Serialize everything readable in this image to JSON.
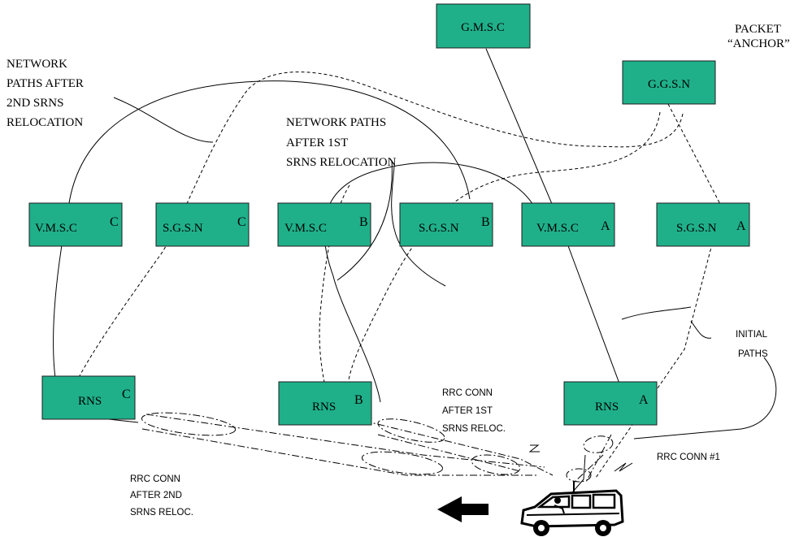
{
  "nodes": {
    "gmsc": {
      "label": "G.M.S.C"
    },
    "ggsn": {
      "label": "G.G.S.N"
    },
    "vmsc_c": {
      "label": "V.M.S.C",
      "sub": "C"
    },
    "sgsn_c": {
      "label": "S.G.S.N",
      "sub": "C"
    },
    "vmsc_b": {
      "label": "V.M.S.C",
      "sub": "B"
    },
    "sgsn_b": {
      "label": "S.G.S.N",
      "sub": "B"
    },
    "vmsc_a": {
      "label": "V.M.S.C",
      "sub": "A"
    },
    "sgsn_a": {
      "label": "S.G.S.N",
      "sub": "A"
    },
    "rns_c": {
      "label": "RNS",
      "sub": "C"
    },
    "rns_b": {
      "label": "RNS",
      "sub": "B"
    },
    "rns_a": {
      "label": "RNS",
      "sub": "A"
    }
  },
  "annotations": {
    "packet_anchor": [
      "PACKET",
      "“ANCHOR”"
    ],
    "after_2nd": [
      "NETWORK",
      "PATHS AFTER",
      "2ND SRNS",
      "RELOCATION"
    ],
    "after_1st": [
      "NETWORK PATHS",
      "AFTER 1ST",
      "SRNS RELOCATION"
    ],
    "initial_paths": [
      "INITIAL",
      "PATHS"
    ],
    "rrc_after_1st": [
      "RRC CONN",
      "AFTER 1ST",
      "SRNS RELOC."
    ],
    "rrc_after_2nd": [
      "RRC CONN",
      "AFTER 2ND",
      "SRNS RELOC."
    ],
    "rrc_conn_1": [
      "RRC CONN #1"
    ]
  },
  "colors": {
    "node_fill": "#1fb08a",
    "line": "#000000"
  },
  "icons": {
    "vehicle": "car-icon",
    "direction": "left-arrow-icon"
  }
}
